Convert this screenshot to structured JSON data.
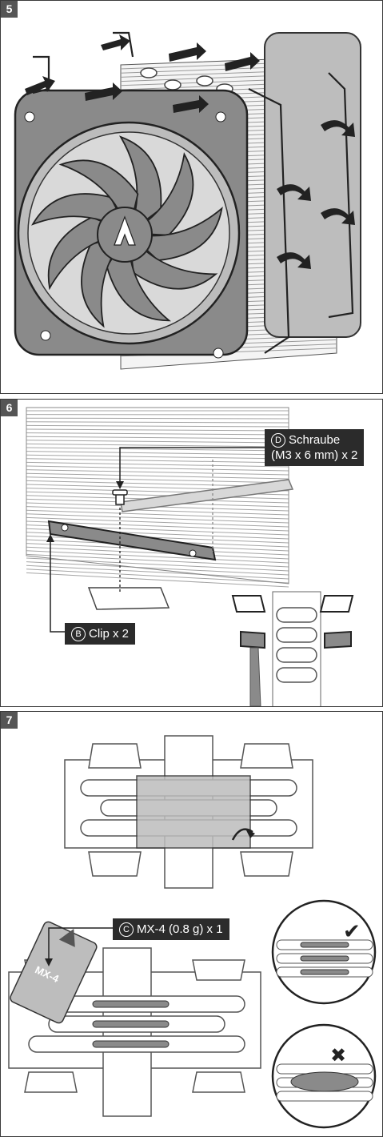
{
  "steps": [
    "5",
    "6",
    "7"
  ],
  "step6": {
    "screw": {
      "badge": "D",
      "label": "Schraube",
      "spec": "(M3 x 6 mm) x 2"
    },
    "clip": {
      "badge": "B",
      "label": "Clip x 2"
    }
  },
  "step7": {
    "paste": {
      "badge": "C",
      "label": "MX-4 (0.8 g) x 1"
    },
    "package_text": "MX-4",
    "correct_mark": "✔",
    "wrong_mark": "✖"
  },
  "colors": {
    "callout_bg": "#2b2b2b",
    "fan_frame": "#8a8a8a",
    "fin_line": "#999999",
    "paste_gray": "#bdbdbd"
  }
}
